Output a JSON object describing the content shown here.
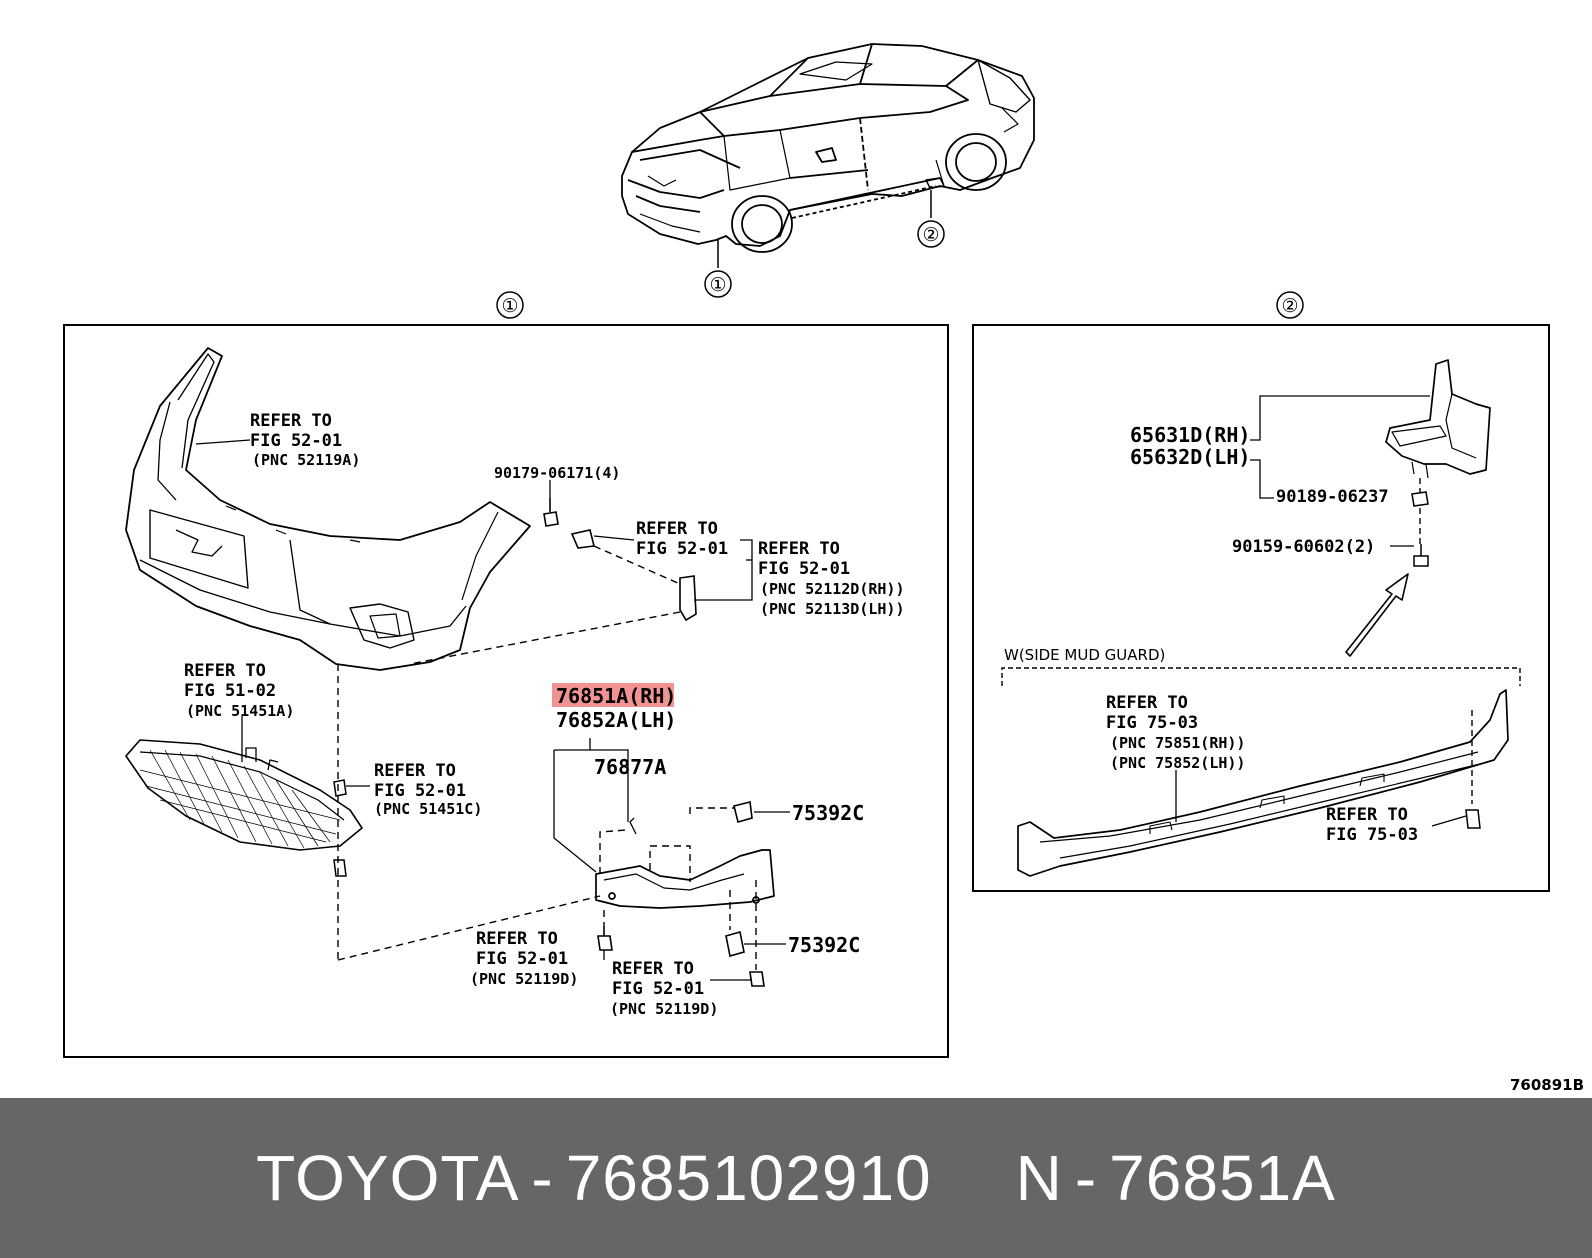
{
  "callouts": {
    "section1": "①",
    "section2": "②"
  },
  "panel1": {
    "bumper_ref": [
      "REFER TO",
      "FIG 52-01",
      "(PNC 52119A)"
    ],
    "clip_part": "90179-06171(4)",
    "bracket_ref_a": [
      "REFER TO",
      "FIG 52-01"
    ],
    "bracket_ref_b": [
      "REFER TO",
      "FIG 52-01",
      "(PNC 52112D(RH))",
      "(PNC 52113D(LH))"
    ],
    "undercover_ref": [
      "REFER TO",
      "FIG 51-02",
      "(PNC 51451A)"
    ],
    "fastener_ref": [
      "REFER TO",
      "FIG 52-01",
      "(PNC 51451C)"
    ],
    "highlighted_part": "76851A(RH)",
    "part_lh": "76852A(LH)",
    "part_76877": "76877A",
    "part_75392_top": "75392C",
    "part_75392_bottom": "75392C",
    "bolt_ref_left": [
      "REFER TO",
      "FIG 52-01",
      "(PNC 52119D)"
    ],
    "bolt_ref_right": [
      "REFER TO",
      "FIG 52-01",
      "(PNC 52119D)"
    ]
  },
  "panel2": {
    "part_rh": "65631D(RH)",
    "part_lh": "65632D(LH)",
    "nut_part": "90189-06237",
    "screw_part": "90159-60602(2)",
    "group_label": "W(SIDE MUD GUARD)",
    "sill_ref": [
      "REFER TO",
      "FIG 75-03",
      "(PNC 75851(RH))",
      "(PNC 75852(LH))"
    ],
    "bolt_ref": [
      "REFER TO",
      "FIG 75-03"
    ]
  },
  "figure_code": "760891B",
  "footer": {
    "brand": "TOYOTA",
    "part_number": "7685102910",
    "pnc_label": "N",
    "pnc": "76851A"
  },
  "colors": {
    "highlight": "#f08080",
    "footer_bg": "#666666",
    "footer_text": "#ffffff"
  }
}
